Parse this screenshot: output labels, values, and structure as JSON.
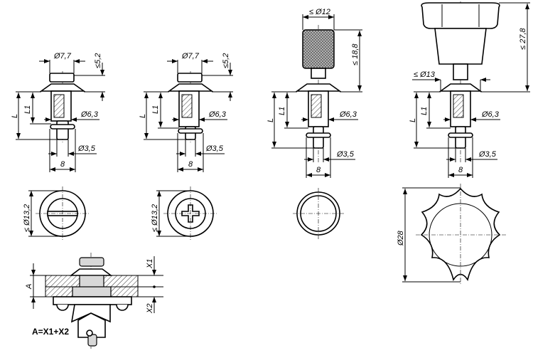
{
  "views": {
    "v1": {
      "d_knob": "Ø7,7",
      "h_knob": "≤5,2",
      "L": "L",
      "L1": "L1",
      "d_body": "Ø6,3",
      "d_pin": "Ø3,5",
      "w": "8",
      "d_face": "≤ Ø13,2"
    },
    "v2": {
      "d_knob": "Ø7,7",
      "h_knob": "≤5,2",
      "L": "L",
      "L1": "L1",
      "d_body": "Ø6,3",
      "d_pin": "Ø3,5",
      "w": "8",
      "d_face": "≤ Ø13,2"
    },
    "v3": {
      "d_knob": "≤ Ø12",
      "h_knob": "≤ 18,8",
      "L": "L",
      "L1": "L1",
      "d_body": "Ø6,3",
      "d_pin": "Ø3,5",
      "w": "8"
    },
    "v4": {
      "h_knob": "≤ 27,8",
      "d_flange": "≤ Ø13",
      "L": "L",
      "L1": "L1",
      "d_body": "Ø6,3",
      "d_pin": "Ø3,5",
      "w": "8",
      "d_star": "Ø28"
    }
  },
  "section": {
    "A": "A",
    "X1": "X1",
    "X2": "X2",
    "formula": "A=X1+X2"
  }
}
